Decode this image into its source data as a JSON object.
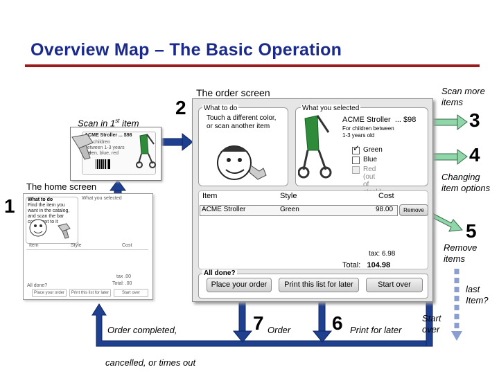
{
  "title": "Overview Map – The Basic Operation",
  "labels": {
    "order_screen": "The order screen",
    "scan_first": "Scan in 1",
    "scan_first_sup": "st",
    "scan_first_tail": " item",
    "home_screen": "The home screen",
    "scan_more": "Scan more items",
    "changing": "Changing item options",
    "remove": "Remove items",
    "last_item": "last Item?",
    "start_over": "Start over",
    "print_later": "Print for later",
    "order": "Order",
    "order_completed": "Order completed,",
    "cancelled": "cancelled, or times out"
  },
  "numbers": {
    "n1": "1",
    "n2": "2",
    "n3": "3",
    "n4": "4",
    "n5": "5",
    "n6": "6",
    "n7": "7"
  },
  "order_screen": {
    "what_to_do": "What to do",
    "instruction": "Touch a different color, or scan another item",
    "what_selected": "What you selected",
    "product": "ACME Stroller",
    "price": "... $98",
    "desc1": "For children between",
    "desc2": "1-3 years old",
    "options": [
      {
        "label": "Green",
        "checked": true,
        "disabled": false
      },
      {
        "label": "Blue",
        "checked": false,
        "disabled": false
      },
      {
        "label": "Red (out of stock)",
        "checked": false,
        "disabled": true
      }
    ],
    "col_item": "Item",
    "col_style": "Style",
    "col_cost": "Cost",
    "row_item": "ACME Stroller",
    "row_style": "Green",
    "row_cost": "98.00",
    "remove_btn": "Remove",
    "tax": "tax: 6.98",
    "total_label": "Total:",
    "total_value": "104.98",
    "all_done": "All done?",
    "place_btn": "Place your order",
    "print_btn": "Print this list for later",
    "start_btn": "Start over"
  },
  "scan_thumb": {
    "product": "ACME Stroller",
    "price": "... $98",
    "desc": "For children between 1-3 years old",
    "colors": "green, blue, red"
  },
  "home_thumb": {
    "what_to_do": "What to do",
    "instruction": "Find the item you want in the catalog, and scan the bar code next to it",
    "what_selected": "What you selected",
    "col_item": "Item",
    "col_style": "Style",
    "col_cost": "Cost",
    "tax": "tax",
    "tax_val": ".00",
    "total": "Total:",
    "total_val": ".00",
    "all_done": "All done?",
    "btn1": "Place your order",
    "btn2": "Print this list for later",
    "btn3": "Start over"
  },
  "colors": {
    "arrow_fill": "#1f3f8f",
    "arrow_stroke": "#0d2460",
    "green_arrow": "#8fd6a8",
    "title": "#1a2a8c",
    "rule": "#9b1b1b"
  }
}
